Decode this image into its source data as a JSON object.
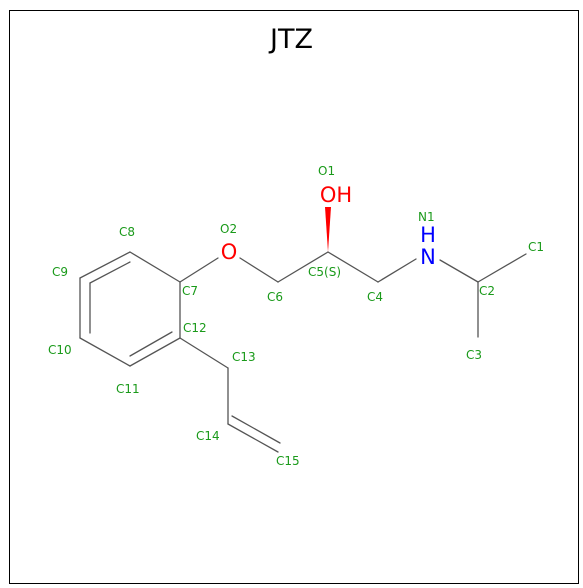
{
  "title": "JTZ",
  "colors": {
    "carbon_label": "#1a9a1a",
    "oxygen": "#ff0000",
    "nitrogen": "#0000ff",
    "bond": "#555555"
  },
  "heteroatoms": {
    "oxygen_ether": "O",
    "hydroxyl": "OH",
    "amine_n": "N",
    "amine_h": "H"
  },
  "atom_names": {
    "O1": "O1",
    "O2": "O2",
    "N1": "N1",
    "C1": "C1",
    "C2": "C2",
    "C3": "C3",
    "C4": "C4",
    "C5": "C5(S)",
    "C6": "C6",
    "C7": "C7",
    "C8": "C8",
    "C9": "C9",
    "C10": "C10",
    "C11": "C11",
    "C12": "C12",
    "C13": "C13",
    "C14": "C14",
    "C15": "C15"
  }
}
